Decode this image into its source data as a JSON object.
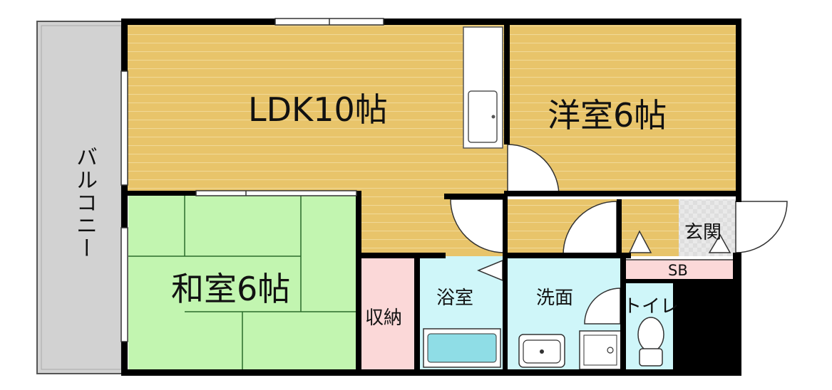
{
  "rooms": {
    "ldk": "LDK10帖",
    "western": "洋室6帖",
    "japanese": "和室6帖",
    "balcony": "バルコニー",
    "storage": "収納",
    "bath": "浴室",
    "washroom": "洗面",
    "toilet": "トイレ",
    "entrance": "玄関",
    "shoe_box": "SB"
  },
  "colors": {
    "wood_floor": "#e8c46a",
    "tatami": "#c2f5b0",
    "balcony": "#d2d2d2",
    "wet_area": "#cff6f9",
    "storage": "#fbd8d8",
    "entrance": "#dcdcdc",
    "wall": "#000000"
  }
}
